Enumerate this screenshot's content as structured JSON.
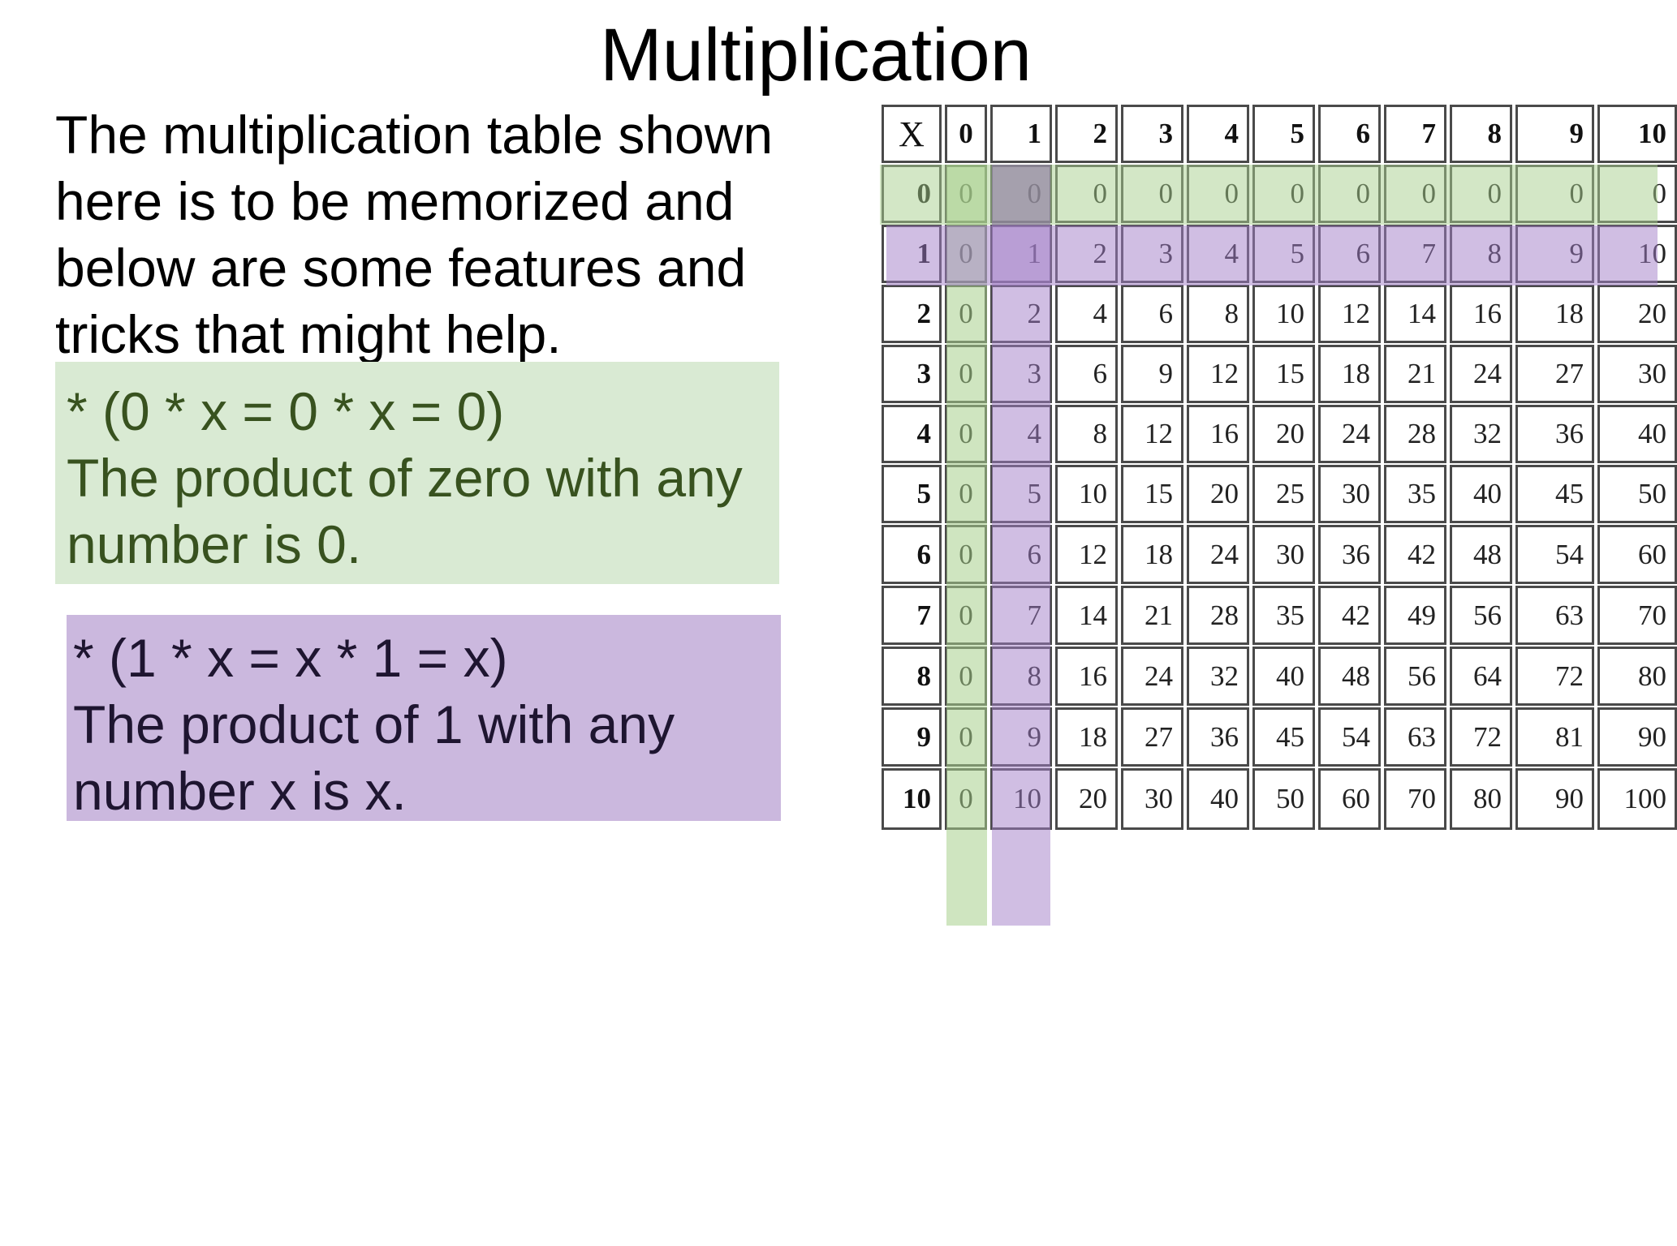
{
  "slide": {
    "title": "Multiplication",
    "intro_lines": [
      "The multiplication table shown",
      "here is to be memorized and",
      "below are some features and",
      "tricks that might help."
    ],
    "zero_note": {
      "rule": "*  (0 * x = 0 * x = 0)",
      "line1": "The product of zero with any",
      "line2": "number is 0.",
      "color": "#d9ead3"
    },
    "one_note": {
      "rule": "*  (1 * x = x * 1 = x)",
      "line1": "The product of 1 with any",
      "line2": "number x is x.",
      "color": "#cbb8de"
    }
  },
  "table": {
    "corner": "X",
    "column_headers": [
      "0",
      "1",
      "2",
      "3",
      "4",
      "5",
      "6",
      "7",
      "8",
      "9",
      "10"
    ],
    "rows": [
      {
        "header": "0",
        "cells": [
          "0",
          "0",
          "0",
          "0",
          "0",
          "0",
          "0",
          "0",
          "0",
          "0",
          "0"
        ]
      },
      {
        "header": "1",
        "cells": [
          "0",
          "1",
          "2",
          "3",
          "4",
          "5",
          "6",
          "7",
          "8",
          "9",
          "10"
        ]
      },
      {
        "header": "2",
        "cells": [
          "0",
          "2",
          "4",
          "6",
          "8",
          "10",
          "12",
          "14",
          "16",
          "18",
          "20"
        ]
      },
      {
        "header": "3",
        "cells": [
          "0",
          "3",
          "6",
          "9",
          "12",
          "15",
          "18",
          "21",
          "24",
          "27",
          "30"
        ]
      },
      {
        "header": "4",
        "cells": [
          "0",
          "4",
          "8",
          "12",
          "16",
          "20",
          "24",
          "28",
          "32",
          "36",
          "40"
        ]
      },
      {
        "header": "5",
        "cells": [
          "0",
          "5",
          "10",
          "15",
          "20",
          "25",
          "30",
          "35",
          "40",
          "45",
          "50"
        ]
      },
      {
        "header": "6",
        "cells": [
          "0",
          "6",
          "12",
          "18",
          "24",
          "30",
          "36",
          "42",
          "48",
          "54",
          "60"
        ]
      },
      {
        "header": "7",
        "cells": [
          "0",
          "7",
          "14",
          "21",
          "28",
          "35",
          "42",
          "49",
          "56",
          "63",
          "70"
        ]
      },
      {
        "header": "8",
        "cells": [
          "0",
          "8",
          "16",
          "24",
          "32",
          "40",
          "48",
          "56",
          "64",
          "72",
          "80"
        ]
      },
      {
        "header": "9",
        "cells": [
          "0",
          "9",
          "18",
          "27",
          "36",
          "45",
          "54",
          "63",
          "72",
          "81",
          "90"
        ]
      },
      {
        "header": "10",
        "cells": [
          "0",
          "10",
          "20",
          "30",
          "40",
          "50",
          "60",
          "70",
          "80",
          "90",
          "100"
        ]
      }
    ],
    "highlight_zero_color": "#a8d08d",
    "highlight_one_color": "#a27dc8"
  }
}
